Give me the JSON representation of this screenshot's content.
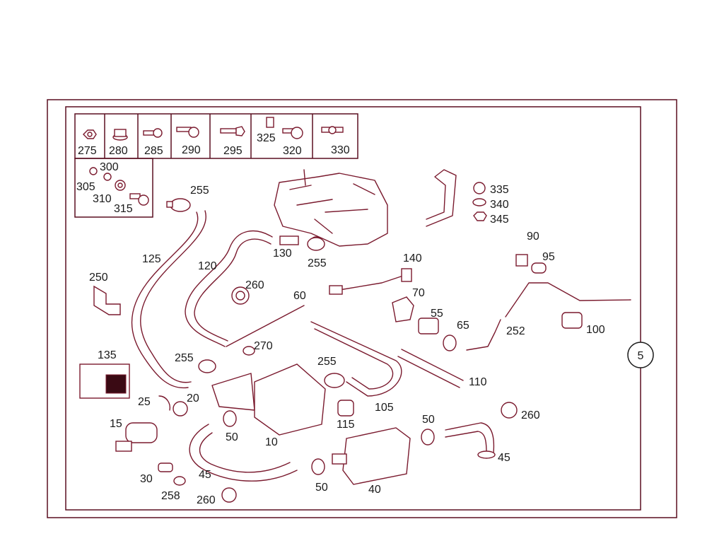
{
  "sheet_number": "5",
  "colors": {
    "line": "#7a1a2e",
    "frame": "#5a0f20",
    "text": "#1a1a1a"
  },
  "hardware_box": {
    "cells": [
      {
        "id": "c275",
        "label": "275"
      },
      {
        "id": "c280",
        "label": "280"
      },
      {
        "id": "c285",
        "label": "285"
      },
      {
        "id": "c290",
        "label": "290"
      },
      {
        "id": "c295",
        "label": "295"
      },
      {
        "id": "c325",
        "label": "325"
      },
      {
        "id": "c320",
        "label": "320"
      },
      {
        "id": "c330",
        "label": "330"
      }
    ],
    "lower": [
      "300",
      "305",
      "310",
      "315"
    ]
  },
  "callouts": [
    "255",
    "125",
    "120",
    "130",
    "255",
    "140",
    "335",
    "340",
    "345",
    "90",
    "95",
    "250",
    "260",
    "60",
    "70",
    "55",
    "65",
    "252",
    "100",
    "270",
    "255",
    "255",
    "135",
    "110",
    "20",
    "25",
    "15",
    "30",
    "258",
    "260",
    "45",
    "50",
    "10",
    "115",
    "105",
    "50",
    "260",
    "45",
    "50",
    "40"
  ]
}
